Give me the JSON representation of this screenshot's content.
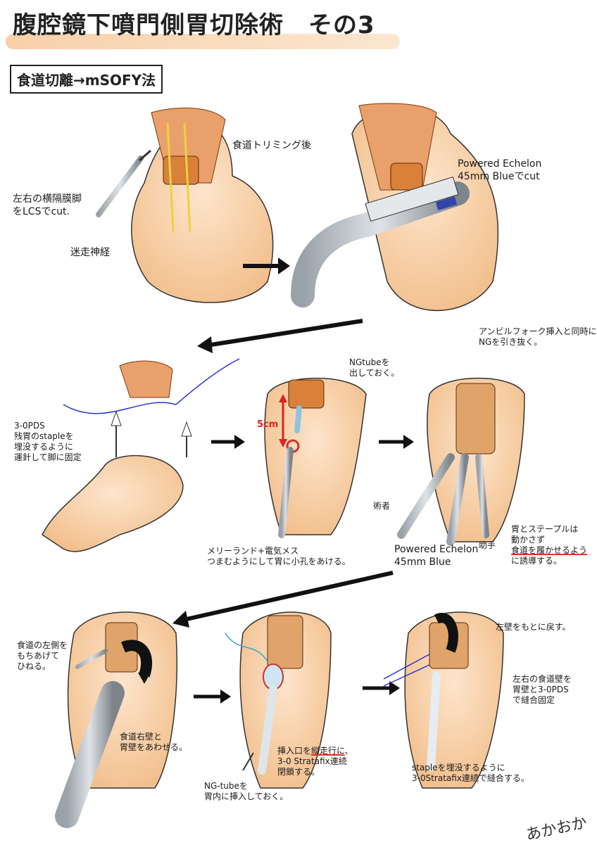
{
  "title": "腹腔鏡下噴門側胃切除術　その3",
  "section": "食道切離→mSOFY法",
  "labels": {
    "crus": "左右の横隔膜脚\nをLCSでcut.",
    "vagus": "迷走神経",
    "after_trim": "食道トリミング後",
    "echelon_top": "Powered Echelon\n45mm Blueでcut",
    "pds": "3-0PDS\n残胃のstapleを\n埋没するように\n運針して脚に固定",
    "ngtube_out": "NGtubeを\n出しておく。",
    "measure": "5cm",
    "opening": "メリーランド+電気メス\nつまむようにして胃に小孔をあける。",
    "anvil": "アンビルフォーク挿入と同時に\nNGを引き抜く。",
    "operator": "術者",
    "assistant": "助手",
    "echelon_bottom": "Powered Echelon\n45mm Blue",
    "guide_pre": "胃とステープルは\n動かさず",
    "guide_red": "食道を履かせるよう",
    "guide_post": "に誘導する。",
    "lift": "食道の左側を\nもちあげて\nひねる。",
    "align": "食道右壁と\n胃壁をあわせる。",
    "ng_insert": "NG-tubeを\n胃内に挿入しておく。",
    "close_pre": "挿入口を",
    "close_red": "縦走行に",
    "close_post": "、\n3-0 Stratafix連続\n閉鎖する。",
    "return_wall": "左壁をもとに戻す。",
    "fix": "左右の食道壁を\n胃壁と3-0PDS\nで縫合固定",
    "bury": "stapleを埋没するように\n3-0Stratafix連続で縫合する。",
    "signature": "あかおか"
  },
  "colors": {
    "skin": "#f4c9a0",
    "orange": "#e58a3c",
    "arrow": "#111111",
    "suture": "#2233cc",
    "nerve": "#f0d040",
    "accent_red": "#d32f2f",
    "title_bar": "#f6c89a"
  },
  "icons": [
    "arrow-right-icon",
    "arrow-left-icon",
    "curved-arrow-icon",
    "instrument-icon"
  ]
}
